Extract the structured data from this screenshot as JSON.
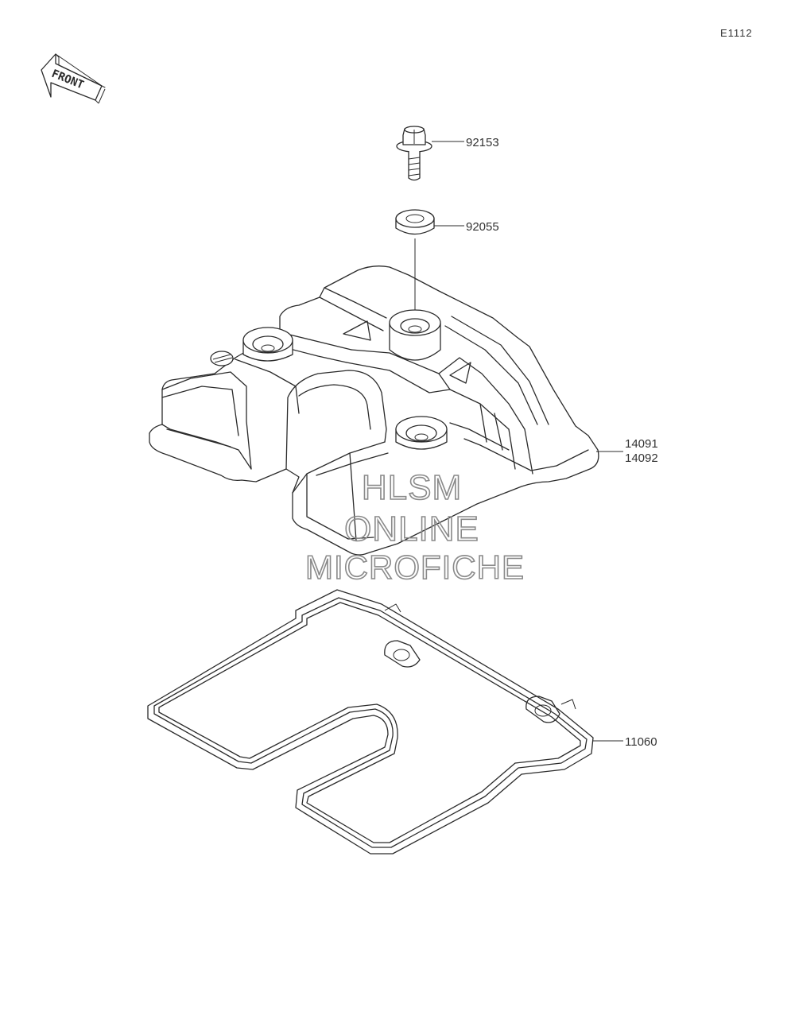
{
  "diagram": {
    "ref_code": "E1112",
    "front_label": "FRONT",
    "parts": [
      {
        "number": "92153"
      },
      {
        "number": "92055"
      },
      {
        "number": "14091"
      },
      {
        "number": "14092"
      },
      {
        "number": "11060"
      }
    ],
    "watermark": {
      "line1": "HLSM",
      "line2": "ONLINE",
      "line3": "MICROFICHE",
      "color": "#8a8a8a"
    }
  }
}
